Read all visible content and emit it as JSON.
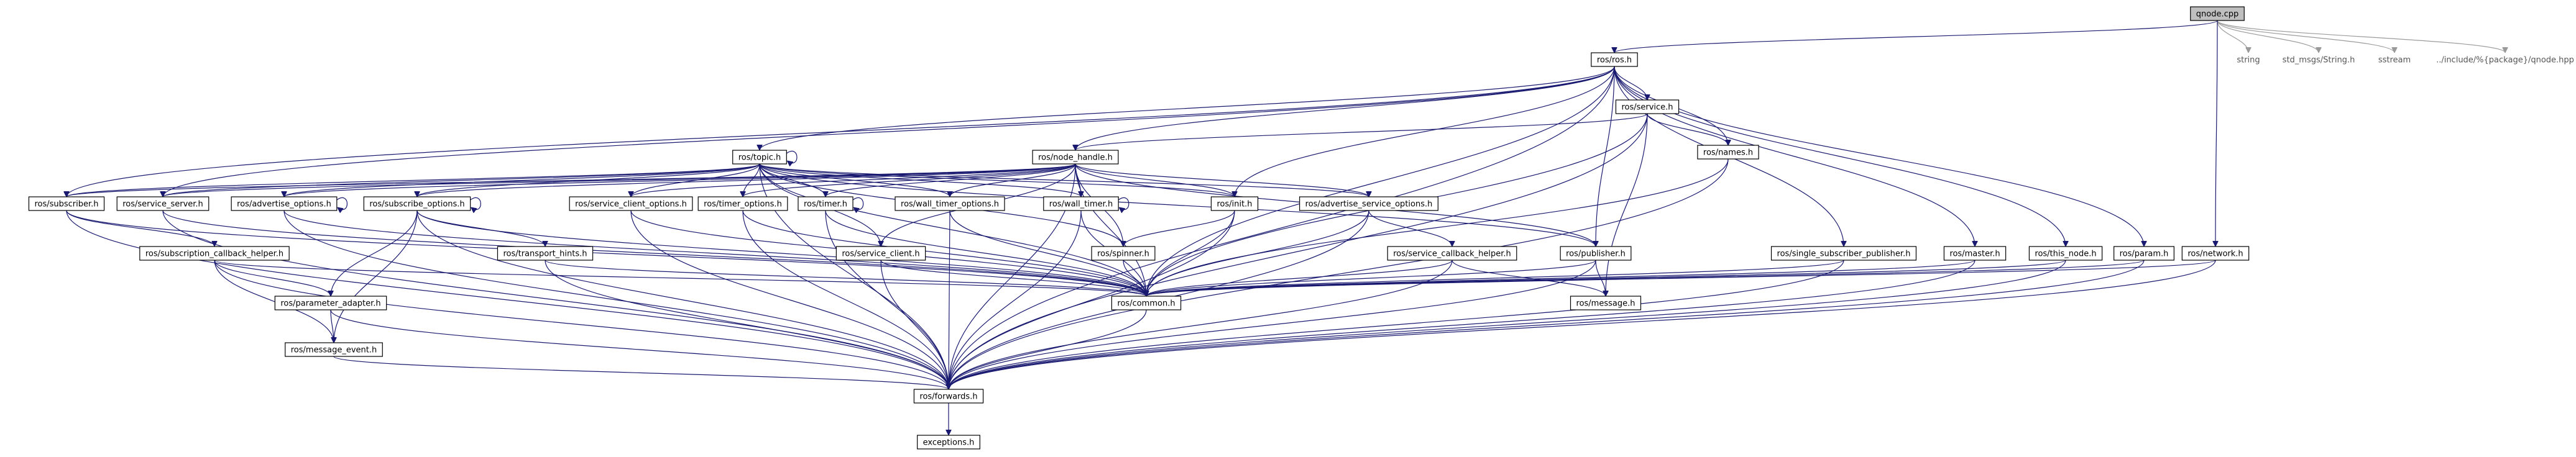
{
  "diagram": {
    "type": "include-dependency-graph",
    "root": "qnode.cpp",
    "nodes": [
      {
        "id": "qnode",
        "label": "qnode.cpp",
        "kind": "root"
      },
      {
        "id": "ros_ros",
        "label": "ros/ros.h",
        "kind": "file"
      },
      {
        "id": "string",
        "label": "string",
        "kind": "external"
      },
      {
        "id": "std_msgs",
        "label": "std_msgs/String.h",
        "kind": "external"
      },
      {
        "id": "sstream",
        "label": "sstream",
        "kind": "external"
      },
      {
        "id": "qnode_hpp",
        "label": "../include/%{package}/qnode.hpp",
        "kind": "external"
      },
      {
        "id": "ros_service",
        "label": "ros/service.h",
        "kind": "file"
      },
      {
        "id": "ros_names",
        "label": "ros/names.h",
        "kind": "file"
      },
      {
        "id": "ros_topic",
        "label": "ros/topic.h",
        "kind": "file"
      },
      {
        "id": "ros_node_handle",
        "label": "ros/node_handle.h",
        "kind": "file"
      },
      {
        "id": "ros_subscriber",
        "label": "ros/subscriber.h",
        "kind": "file"
      },
      {
        "id": "ros_service_server",
        "label": "ros/service_server.h",
        "kind": "file"
      },
      {
        "id": "ros_advertise_options",
        "label": "ros/advertise_options.h",
        "kind": "file"
      },
      {
        "id": "ros_subscribe_options",
        "label": "ros/subscribe_options.h",
        "kind": "file"
      },
      {
        "id": "ros_service_client_options",
        "label": "ros/service_client_options.h",
        "kind": "file"
      },
      {
        "id": "ros_timer_options",
        "label": "ros/timer_options.h",
        "kind": "file"
      },
      {
        "id": "ros_timer",
        "label": "ros/timer.h",
        "kind": "file"
      },
      {
        "id": "ros_wall_timer_options",
        "label": "ros/wall_timer_options.h",
        "kind": "file"
      },
      {
        "id": "ros_wall_timer",
        "label": "ros/wall_timer.h",
        "kind": "file"
      },
      {
        "id": "ros_init",
        "label": "ros/init.h",
        "kind": "file"
      },
      {
        "id": "ros_advertise_service_options",
        "label": "ros/advertise_service_options.h",
        "kind": "file"
      },
      {
        "id": "ros_subscription_callback_helper",
        "label": "ros/subscription_callback_helper.h",
        "kind": "file"
      },
      {
        "id": "ros_transport_hints",
        "label": "ros/transport_hints.h",
        "kind": "file"
      },
      {
        "id": "ros_service_client",
        "label": "ros/service_client.h",
        "kind": "file"
      },
      {
        "id": "ros_spinner",
        "label": "ros/spinner.h",
        "kind": "file"
      },
      {
        "id": "ros_service_callback_helper",
        "label": "ros/service_callback_helper.h",
        "kind": "file"
      },
      {
        "id": "ros_publisher",
        "label": "ros/publisher.h",
        "kind": "file"
      },
      {
        "id": "ros_single_subscriber_publisher",
        "label": "ros/single_subscriber_publisher.h",
        "kind": "file"
      },
      {
        "id": "ros_master",
        "label": "ros/master.h",
        "kind": "file"
      },
      {
        "id": "ros_this_node",
        "label": "ros/this_node.h",
        "kind": "file"
      },
      {
        "id": "ros_param",
        "label": "ros/param.h",
        "kind": "file"
      },
      {
        "id": "ros_network",
        "label": "ros/network.h",
        "kind": "file"
      },
      {
        "id": "ros_parameter_adapter",
        "label": "ros/parameter_adapter.h",
        "kind": "file"
      },
      {
        "id": "ros_common",
        "label": "ros/common.h",
        "kind": "file"
      },
      {
        "id": "ros_message",
        "label": "ros/message.h",
        "kind": "file"
      },
      {
        "id": "ros_message_event",
        "label": "ros/message_event.h",
        "kind": "file"
      },
      {
        "id": "ros_forwards",
        "label": "ros/forwards.h",
        "kind": "file"
      },
      {
        "id": "exceptions",
        "label": "exceptions.h",
        "kind": "file"
      }
    ],
    "edges": [
      [
        "qnode",
        "ros_ros"
      ],
      [
        "qnode",
        "string"
      ],
      [
        "qnode",
        "std_msgs"
      ],
      [
        "qnode",
        "sstream"
      ],
      [
        "qnode",
        "qnode_hpp"
      ],
      [
        "qnode",
        "ros_network"
      ],
      [
        "ros_ros",
        "ros_topic"
      ],
      [
        "ros_ros",
        "ros_node_handle"
      ],
      [
        "ros_ros",
        "ros_service"
      ],
      [
        "ros_ros",
        "ros_names"
      ],
      [
        "ros_ros",
        "ros_subscriber"
      ],
      [
        "ros_ros",
        "ros_service_server"
      ],
      [
        "ros_ros",
        "ros_init"
      ],
      [
        "ros_ros",
        "ros_publisher"
      ],
      [
        "ros_ros",
        "ros_single_subscriber_publisher"
      ],
      [
        "ros_ros",
        "ros_master"
      ],
      [
        "ros_ros",
        "ros_this_node"
      ],
      [
        "ros_ros",
        "ros_param"
      ],
      [
        "ros_ros",
        "ros_common"
      ],
      [
        "ros_ros",
        "ros_forwards"
      ],
      [
        "ros_service",
        "ros_node_handle"
      ],
      [
        "ros_service",
        "ros_names"
      ],
      [
        "ros_service",
        "ros_common"
      ],
      [
        "ros_service",
        "ros_message"
      ],
      [
        "ros_service",
        "ros_forwards"
      ],
      [
        "ros_names",
        "ros_common"
      ],
      [
        "ros_names",
        "ros_forwards"
      ],
      [
        "ros_topic",
        "ros_topic"
      ],
      [
        "ros_topic",
        "ros_subscriber"
      ],
      [
        "ros_topic",
        "ros_service_server"
      ],
      [
        "ros_topic",
        "ros_advertise_options"
      ],
      [
        "ros_topic",
        "ros_subscribe_options"
      ],
      [
        "ros_topic",
        "ros_service_client_options"
      ],
      [
        "ros_topic",
        "ros_timer_options"
      ],
      [
        "ros_topic",
        "ros_timer"
      ],
      [
        "ros_topic",
        "ros_wall_timer_options"
      ],
      [
        "ros_topic",
        "ros_wall_timer"
      ],
      [
        "ros_topic",
        "ros_init"
      ],
      [
        "ros_topic",
        "ros_advertise_service_options"
      ],
      [
        "ros_topic",
        "ros_service_client"
      ],
      [
        "ros_topic",
        "ros_spinner"
      ],
      [
        "ros_topic",
        "ros_publisher"
      ],
      [
        "ros_topic",
        "ros_common"
      ],
      [
        "ros_topic",
        "ros_forwards"
      ],
      [
        "ros_node_handle",
        "ros_subscriber"
      ],
      [
        "ros_node_handle",
        "ros_service_server"
      ],
      [
        "ros_node_handle",
        "ros_advertise_options"
      ],
      [
        "ros_node_handle",
        "ros_subscribe_options"
      ],
      [
        "ros_node_handle",
        "ros_service_client_options"
      ],
      [
        "ros_node_handle",
        "ros_timer_options"
      ],
      [
        "ros_node_handle",
        "ros_timer"
      ],
      [
        "ros_node_handle",
        "ros_wall_timer_options"
      ],
      [
        "ros_node_handle",
        "ros_wall_timer"
      ],
      [
        "ros_node_handle",
        "ros_init"
      ],
      [
        "ros_node_handle",
        "ros_advertise_service_options"
      ],
      [
        "ros_node_handle",
        "ros_service_client"
      ],
      [
        "ros_node_handle",
        "ros_spinner"
      ],
      [
        "ros_node_handle",
        "ros_publisher"
      ],
      [
        "ros_node_handle",
        "ros_common"
      ],
      [
        "ros_node_handle",
        "ros_forwards"
      ],
      [
        "ros_subscriber",
        "ros_subscription_callback_helper"
      ],
      [
        "ros_subscriber",
        "ros_common"
      ],
      [
        "ros_subscriber",
        "ros_forwards"
      ],
      [
        "ros_service_server",
        "ros_common"
      ],
      [
        "ros_service_server",
        "ros_forwards"
      ],
      [
        "ros_advertise_options",
        "ros_advertise_options"
      ],
      [
        "ros_advertise_options",
        "ros_common"
      ],
      [
        "ros_advertise_options",
        "ros_forwards"
      ],
      [
        "ros_subscribe_options",
        "ros_subscribe_options"
      ],
      [
        "ros_subscribe_options",
        "ros_transport_hints"
      ],
      [
        "ros_subscribe_options",
        "ros_parameter_adapter"
      ],
      [
        "ros_subscribe_options",
        "ros_message_event"
      ],
      [
        "ros_subscribe_options",
        "ros_common"
      ],
      [
        "ros_subscribe_options",
        "ros_forwards"
      ],
      [
        "ros_service_client_options",
        "ros_common"
      ],
      [
        "ros_service_client_options",
        "ros_forwards"
      ],
      [
        "ros_timer_options",
        "ros_common"
      ],
      [
        "ros_timer_options",
        "ros_forwards"
      ],
      [
        "ros_timer",
        "ros_timer"
      ],
      [
        "ros_timer",
        "ros_common"
      ],
      [
        "ros_timer",
        "ros_forwards"
      ],
      [
        "ros_wall_timer_options",
        "ros_common"
      ],
      [
        "ros_wall_timer_options",
        "ros_forwards"
      ],
      [
        "ros_wall_timer",
        "ros_wall_timer"
      ],
      [
        "ros_wall_timer",
        "ros_common"
      ],
      [
        "ros_wall_timer",
        "ros_forwards"
      ],
      [
        "ros_init",
        "ros_spinner"
      ],
      [
        "ros_init",
        "ros_common"
      ],
      [
        "ros_init",
        "ros_forwards"
      ],
      [
        "ros_advertise_service_options",
        "ros_service_callback_helper"
      ],
      [
        "ros_advertise_service_options",
        "ros_common"
      ],
      [
        "ros_advertise_service_options",
        "ros_forwards"
      ],
      [
        "ros_subscription_callback_helper",
        "ros_parameter_adapter"
      ],
      [
        "ros_subscription_callback_helper",
        "ros_message_event"
      ],
      [
        "ros_subscription_callback_helper",
        "ros_common"
      ],
      [
        "ros_subscription_callback_helper",
        "ros_forwards"
      ],
      [
        "ros_transport_hints",
        "ros_common"
      ],
      [
        "ros_transport_hints",
        "ros_forwards"
      ],
      [
        "ros_service_client",
        "ros_common"
      ],
      [
        "ros_service_client",
        "ros_forwards"
      ],
      [
        "ros_spinner",
        "ros_common"
      ],
      [
        "ros_service_callback_helper",
        "ros_common"
      ],
      [
        "ros_service_callback_helper",
        "ros_message"
      ],
      [
        "ros_service_callback_helper",
        "ros_forwards"
      ],
      [
        "ros_publisher",
        "ros_common"
      ],
      [
        "ros_publisher",
        "ros_message"
      ],
      [
        "ros_publisher",
        "ros_forwards"
      ],
      [
        "ros_single_subscriber_publisher",
        "ros_common"
      ],
      [
        "ros_single_subscriber_publisher",
        "ros_forwards"
      ],
      [
        "ros_master",
        "ros_common"
      ],
      [
        "ros_master",
        "ros_forwards"
      ],
      [
        "ros_this_node",
        "ros_common"
      ],
      [
        "ros_this_node",
        "ros_forwards"
      ],
      [
        "ros_param",
        "ros_common"
      ],
      [
        "ros_param",
        "ros_forwards"
      ],
      [
        "ros_network",
        "ros_common"
      ],
      [
        "ros_network",
        "ros_forwards"
      ],
      [
        "ros_parameter_adapter",
        "ros_message_event"
      ],
      [
        "ros_parameter_adapter",
        "ros_forwards"
      ],
      [
        "ros_message_event",
        "ros_forwards"
      ],
      [
        "ros_common",
        "ros_forwards"
      ],
      [
        "ros_forwards",
        "exceptions"
      ]
    ],
    "colors": {
      "edge": "#191970",
      "external_edge": "#9a9a9a",
      "root_fill": "#bfbfbf",
      "node_fill": "#ffffff",
      "border": "#000000",
      "external_text": "#555555"
    }
  }
}
